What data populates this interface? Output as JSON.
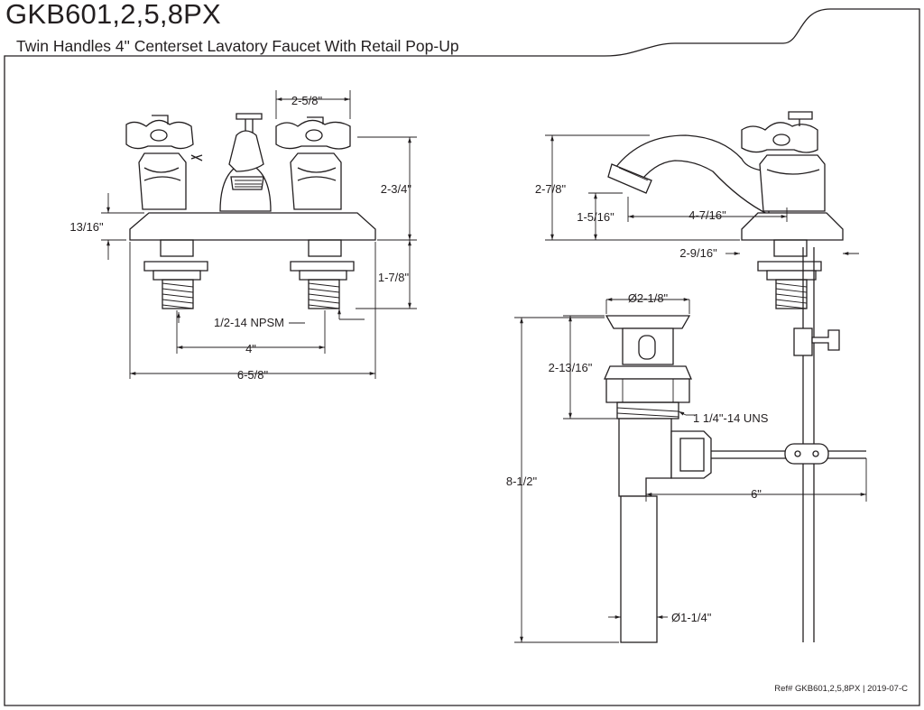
{
  "header": {
    "model": "GKB601,2,5,8PX",
    "description": "Twin Handles 4\" Centerset Lavatory Faucet With Retail Pop-Up"
  },
  "footer": {
    "reference": "Ref# GKB601,2,5,8PX | 2019-07-C"
  },
  "dimensions": {
    "handle_spacing": "2-5/8\"",
    "overall_height_front": "2-3/4\"",
    "base_height": "13/16\"",
    "shank_length": "1-7/8\"",
    "thread": "1/2-14 NPSM",
    "centers": "4\"",
    "overall_width": "6-5/8\"",
    "overall_height_side": "2-7/8\"",
    "spout_clearance": "1-5/16\"",
    "spout_reach": "4-7/16\"",
    "side_depth": "2-9/16\"",
    "drain_flange_diameter": "Ø2-1/8\"",
    "drain_body_height": "2-13/16\"",
    "drain_thread": "1 1/4\"-14 UNS",
    "drain_total_length": "8-1/2\"",
    "pivot_rod_length": "6\"",
    "tailpiece_diameter": "Ø1-1/4\""
  }
}
